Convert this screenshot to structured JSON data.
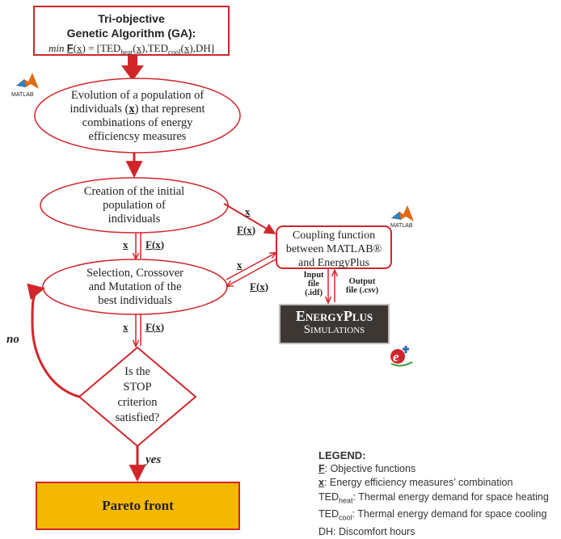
{
  "ga_box": {
    "line1": "Tri-objective",
    "line2": "Genetic Algorithm (GA):",
    "formula_prefix": "min",
    "formula_F": "F",
    "formula_x": "x",
    "formula_eq": " = [TED",
    "sub_heat": "heat",
    "sub_cool": "cool",
    "formula_ted": ",TED",
    "formula_dh": ",DH]"
  },
  "logos": {
    "matlab_label": "MATLAB",
    "matlab_label2": "MATLAB"
  },
  "evolution_ellipse": {
    "line1": "Evolution of a population of",
    "line2_pre": "individuals (",
    "line2_x": "x",
    "line2_post": ") that represent",
    "line3": "combinations of energy",
    "line4": "efficiencsy measures"
  },
  "creation_ellipse": {
    "line1": "Creation of the initial",
    "line2": "population of",
    "line3": "individuals"
  },
  "selection_ellipse": {
    "line1": "Selection, Crossover",
    "line2": "and Mutation of the",
    "line3": "best individuals"
  },
  "coupling_box": {
    "line1": "Coupling function",
    "line2": "between MATLAB®",
    "line3": "and EnergyPlus"
  },
  "energyplus_box": {
    "title": "EnergyPlus",
    "subtitle": "Simulations"
  },
  "stop_diamond": {
    "line1": "Is the",
    "line2": "STOP",
    "line3": "criterion",
    "line4": "satisfied?"
  },
  "pareto_box": {
    "label": "Pareto front"
  },
  "arrow_labels": {
    "x": "x",
    "F_open": "F(",
    "F_x": "x",
    "F_close": ")",
    "no": "no",
    "yes": "yes",
    "input_file_1": "Input",
    "input_file_2": "file",
    "input_file_3": "(.idf)",
    "output_file_1": "Output",
    "output_file_2": "file (.csv)"
  },
  "legend": {
    "title": "LEGEND:",
    "F_key": "F",
    "F_desc": ": Objective functions",
    "x_key": "x",
    "x_desc": ": Energy efficiency measures’ combination",
    "ted_heat_key": "TED",
    "ted_heat_sub": "heat",
    "ted_heat_desc": ": Thermal energy demand for space heating",
    "ted_cool_key": "TED",
    "ted_cool_sub": "cool",
    "ted_cool_desc": ": Thermal energy demand for space cooling",
    "dh_text": "DH: Discomfort hours"
  },
  "colors": {
    "accent_red": "#d0262a",
    "pareto_fill": "#f5b800",
    "energyplus_fill": "#3d3733"
  }
}
